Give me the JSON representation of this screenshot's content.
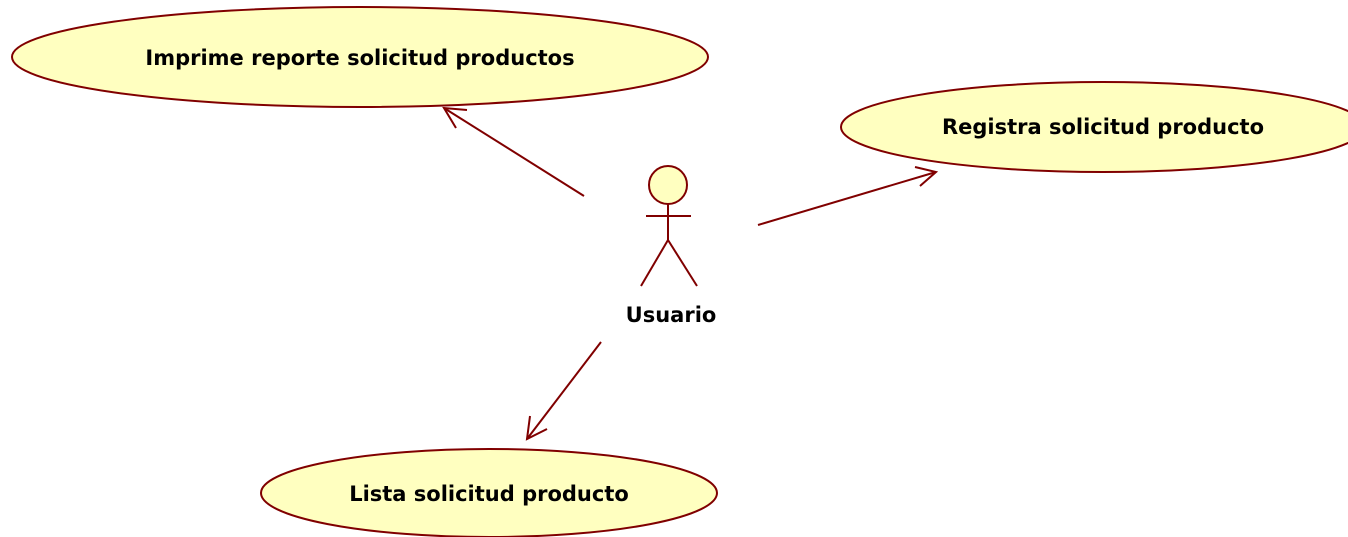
{
  "actor": {
    "name": "Usuario"
  },
  "use_cases": [
    {
      "id": "uc-imprime",
      "label": "Imprime reporte solicitud productos"
    },
    {
      "id": "uc-registra",
      "label": "Registra solicitud producto"
    },
    {
      "id": "uc-lista",
      "label": "Lista solicitud producto"
    }
  ],
  "associations": [
    {
      "from": "Usuario",
      "to": "uc-imprime",
      "navigable": true
    },
    {
      "from": "Usuario",
      "to": "uc-registra",
      "navigable": true
    },
    {
      "from": "Usuario",
      "to": "uc-lista",
      "navigable": true
    }
  ],
  "colors": {
    "use_case_fill": "#ffffc0",
    "line": "#800000",
    "text": "#000000"
  }
}
